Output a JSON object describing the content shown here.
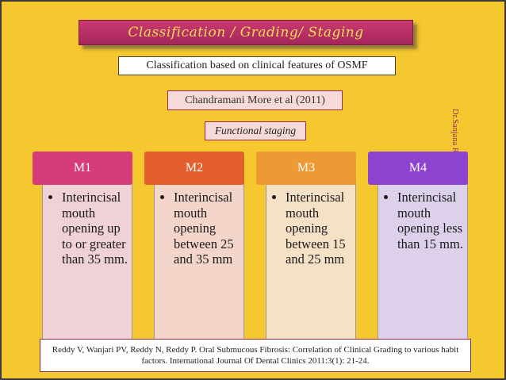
{
  "title": "Classification / Grading/ Staging",
  "subtitle": "Classification based on clinical features of OSMF",
  "author_label": "Chandramani More et al (2011)",
  "staging_label": "Functional staging",
  "vertical_credit": "Dr.Sanjana Ravindra",
  "stages": [
    {
      "label": "M1",
      "description": "Interincisal mouth opening up to or greater than 35 mm.",
      "header_color": "#d63c79",
      "body_color": "#efd1d6"
    },
    {
      "label": "M2",
      "description": "Interincisal mouth opening between 25 and 35 mm",
      "header_color": "#e3602d",
      "body_color": "#f3d6c9"
    },
    {
      "label": "M3",
      "description": "Interincisal mouth opening between 15 and 25 mm",
      "header_color": "#ec9a33",
      "body_color": "#f5e1c6"
    },
    {
      "label": "M4",
      "description": "Interincisal mouth opening less than 15 mm.",
      "header_color": "#8d42d0",
      "body_color": "#ddd0ea"
    }
  ],
  "reference": "Reddy V, Wanjari PV, Reddy N, Reddy P. Oral Submucous Fibrosis: Correlation of Clinical Grading to various habit factors. International Journal Of Dental Clinics 2011:3(1): 21-24.",
  "colors": {
    "background": "#f6c82f",
    "title_bar": "#b52d63",
    "title_text": "#f4df54"
  }
}
